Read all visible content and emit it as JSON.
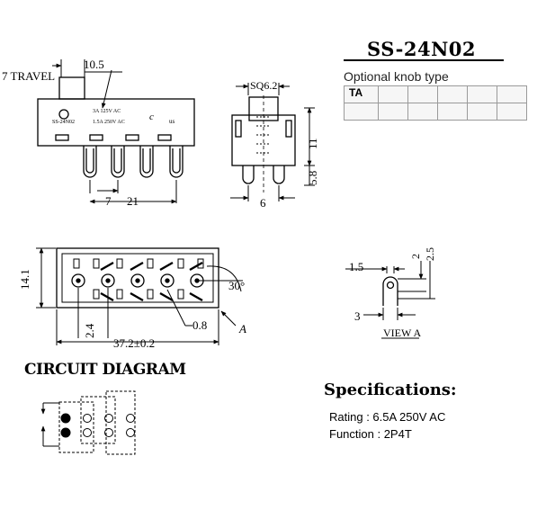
{
  "title": "SS-24N02",
  "knob": {
    "label": "Optional knob type",
    "cells": [
      "TA",
      "",
      "",
      "",
      "",
      ""
    ]
  },
  "front_view": {
    "travel": "7 TRAVEL",
    "dim_top": "10.5",
    "label_model": "SS-24N02",
    "label_rating1": "3A 125V AC",
    "label_rating2": "1.5A 250V AC",
    "label_cert": "c",
    "label_cert2": "us",
    "dim_pitch": "7",
    "dim_width": "21"
  },
  "side_view": {
    "dim_sq": "SQ6.2",
    "dim_height": "11",
    "dim_pin": "5.8",
    "dim_width": "6"
  },
  "bottom_view": {
    "dim_height": "14.1",
    "dim_angle": "30°",
    "dim_width": "37.2±0.2",
    "dim_hole": "0.8",
    "dim_offset": "2.4",
    "view_marker": "A"
  },
  "view_a": {
    "dim_left": "1.5",
    "dim_bottom": "3",
    "dim_top1": "2",
    "dim_top2": "2.5",
    "label": "VIEW A"
  },
  "circuit": {
    "title": "CIRCUIT DIAGRAM"
  },
  "specs": {
    "title": "Specifications:",
    "rating": "Rating : 6.5A 250V AC",
    "function": "Function : 2P4T"
  }
}
